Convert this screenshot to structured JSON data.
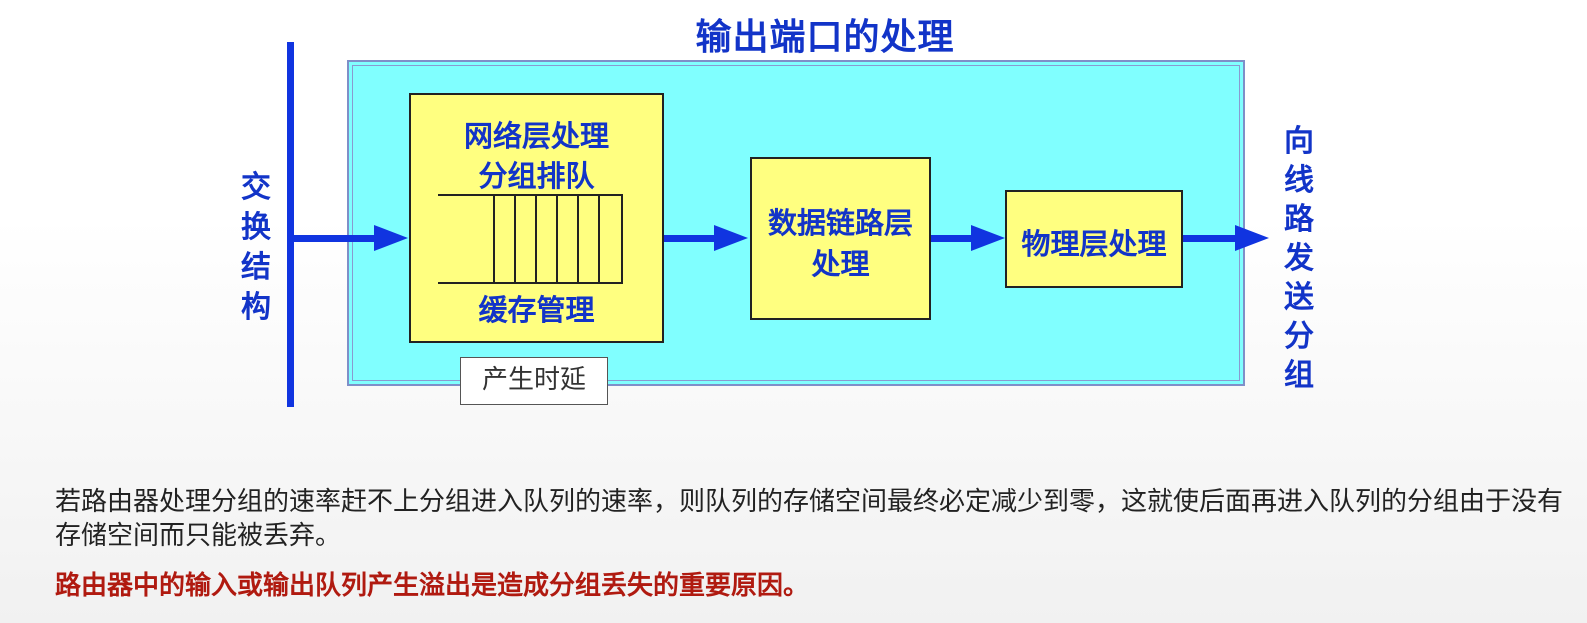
{
  "title": "输出端口的处理",
  "left_label": [
    "交",
    "换",
    "结",
    "构"
  ],
  "right_label": [
    "向",
    "线",
    "路",
    "发",
    "送",
    "分",
    "组"
  ],
  "network_box": {
    "line1": "网络层处理",
    "line2": "分组排队",
    "buffer": "缓存管理"
  },
  "datalink_box": {
    "line1": "数据链路层",
    "line2": "处理"
  },
  "physical_box": {
    "line1": "物理层处理"
  },
  "delay_label": "产生时延",
  "paragraph": "若路由器处理分组的速率赶不上分组进入队列的速率，则队列的存储空间最终必定减少到零，这就使后面再进入队列的分组由于没有存储空间而只能被丢弃。",
  "conclusion": "路由器中的输入或输出队列产生溢出是造成分组丢失的重要原因。",
  "colors": {
    "title": "#1234c8",
    "panel": "#80ffff",
    "box": "#ffff80",
    "arrow": "#1034e0",
    "conclusion": "#b01a10"
  }
}
